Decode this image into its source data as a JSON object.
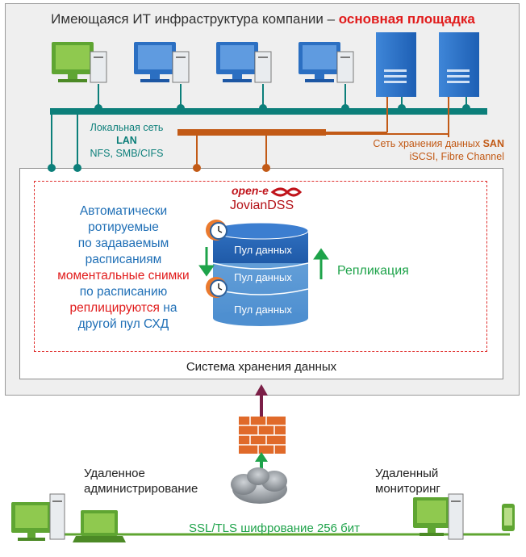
{
  "header": {
    "title_main": "Имеющаяся ИТ инфраструктура компании – ",
    "title_highlight": "основная площадка"
  },
  "lan": {
    "line1": "Локальная сеть",
    "line2": "LAN",
    "line3": "NFS, SMB/CIFS"
  },
  "san": {
    "line1_prefix": "Сеть хранения данных ",
    "line1_bold": "SAN",
    "line2": "iSCSI, Fibre Channel"
  },
  "brand": {
    "logo_text": "open-e",
    "product": "JovianDSS"
  },
  "pools": [
    "Пул данных",
    "Пул данных",
    "Пул данных"
  ],
  "snapshots": {
    "l1": "Автоматически",
    "l2": "ротируемые",
    "l3": "по задаваемым",
    "l4": "расписаниям",
    "l5": "моментальные снимки",
    "l6": "по расписанию",
    "l7a": "реплицируются",
    "l7b": " на",
    "l8": "другой пул СХД"
  },
  "replication": "Репликация",
  "storage_title": "Система хранения данных",
  "remote_admin": {
    "l1": "Удаленное",
    "l2": "администрирование"
  },
  "remote_monitor": {
    "l1": "Удаленный",
    "l2": "мониторинг"
  },
  "encryption": "SSL/TLS шифрование 256 бит",
  "colors": {
    "lan": "#0c7f7a",
    "san": "#c25a16",
    "accent_red": "#e11b1b",
    "replication": "#1ea34a",
    "monitor_green": "#5fa532",
    "server_blue": "#2b6fc2"
  }
}
